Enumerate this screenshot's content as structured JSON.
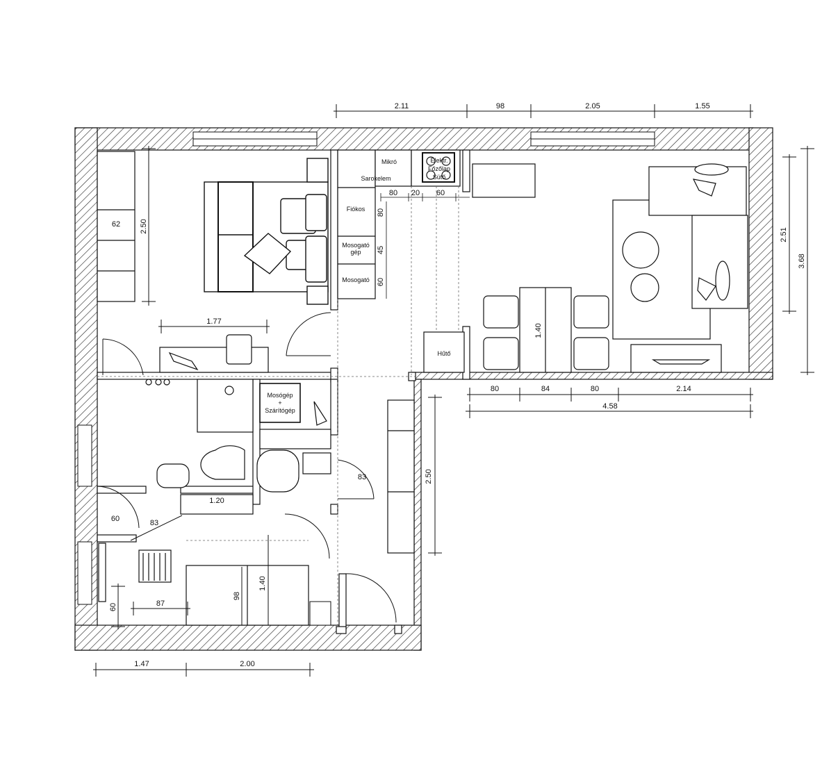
{
  "plan": {
    "dimensions": {
      "top_segments": [
        "2.11",
        "98",
        "2.05",
        "1.55"
      ],
      "right_heights": [
        "2.51",
        "3.68"
      ],
      "living_bottom_segments": [
        "80",
        "84",
        "80",
        "2.14"
      ],
      "living_total": "4.58",
      "bedroom_height": "2.50",
      "bedroom_width": "1.77",
      "wardrobe_depth": "62",
      "bottom_segments": [
        "1.47",
        "2.00"
      ],
      "kitchen_small": [
        "80",
        "20",
        "60",
        "80",
        "45",
        "60"
      ],
      "bath_width": "1.20",
      "door_swing_a": "60",
      "door_swing_b": "83",
      "small_room_a": "87",
      "small_room_b": "60",
      "small_bed_w": "98",
      "small_bed_h": "1.40",
      "table_len": "1.40",
      "wc_dims": [
        "83",
        "45"
      ],
      "hall_len": "2.50"
    },
    "labels": {
      "mikro": "Mikró",
      "sarokelem": "Sarokelem",
      "elektromos": "Elektr.",
      "fuzo": "Főzőlap",
      "suto": "Sütő",
      "fiokos": "Fiókos",
      "mosogato1a": "Mosogató",
      "mosogato1b": "gép",
      "mosogato2": "Mosogató",
      "huto": "Hűtő",
      "mosogep1": "Mosógép",
      "mosogep2": "+",
      "mosogep3": "Szárítógép"
    }
  }
}
